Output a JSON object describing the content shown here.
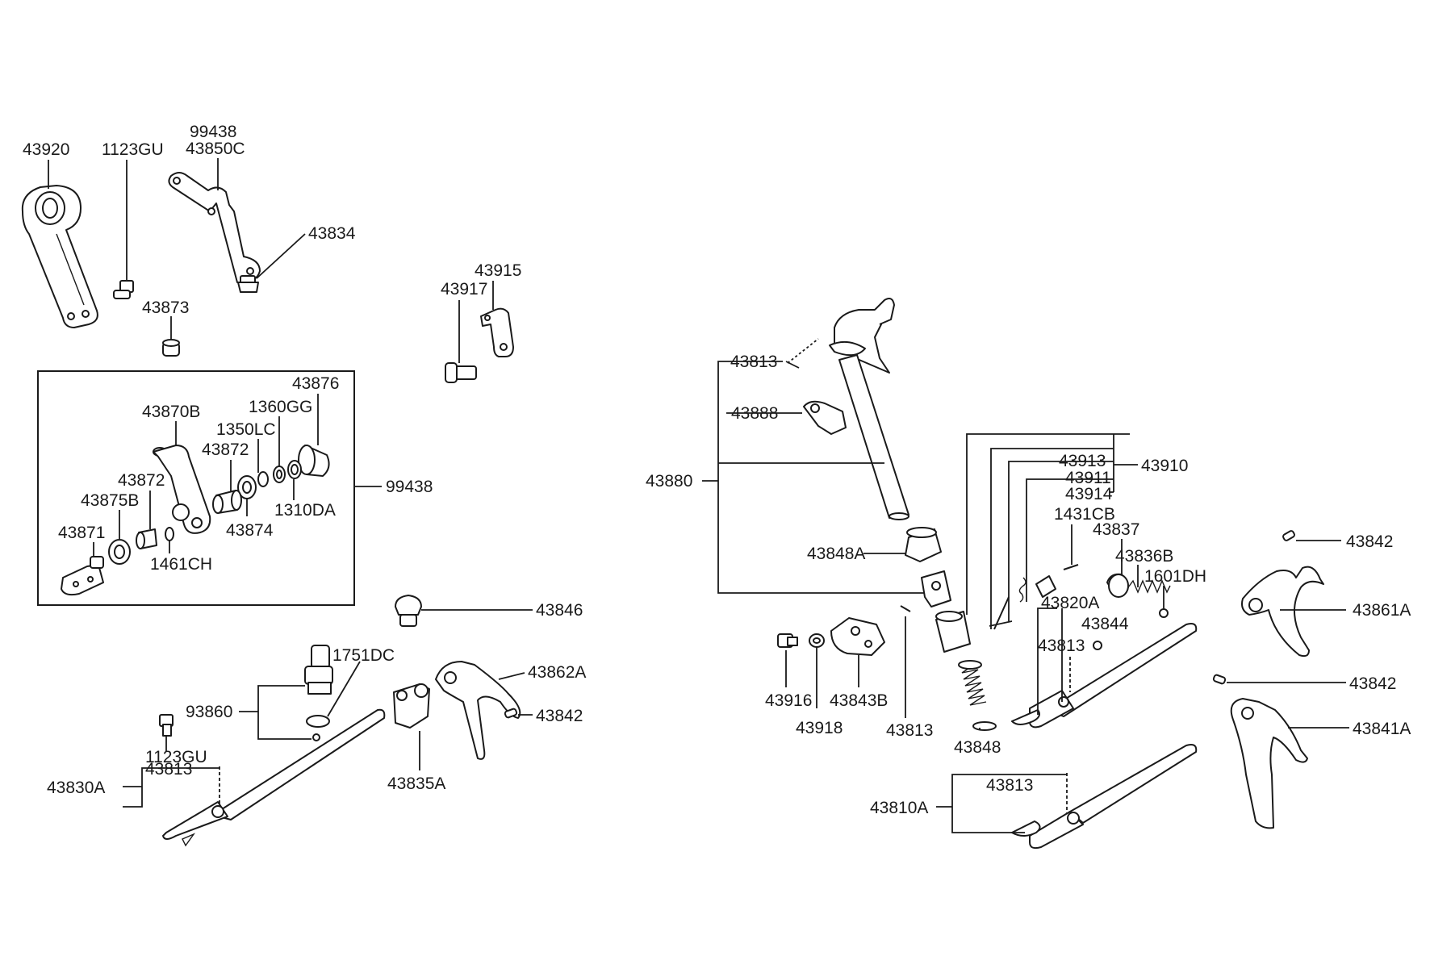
{
  "labels": {
    "l43920": "43920",
    "l1123GU_top": "1123GU",
    "l99438_top": "99438",
    "l43850C": "43850C",
    "l43834": "43834",
    "l43873": "43873",
    "l43915": "43915",
    "l43917": "43917",
    "l43876": "43876",
    "l1360GG": "1360GG",
    "l43870B": "43870B",
    "l1350LC": "1350LC",
    "l43872a": "43872",
    "l43872b": "43872",
    "l43875B": "43875B",
    "l43871": "43871",
    "l1310DA": "1310DA",
    "l43874": "43874",
    "l1461CH": "1461CH",
    "l99438_box": "99438",
    "l43846": "43846",
    "l1751DC": "1751DC",
    "l93860": "93860",
    "l43862A": "43862A",
    "l43842_left": "43842",
    "l1123GU_bot": "1123GU",
    "l43813_left": "43813",
    "l43830A": "43830A",
    "l43835A": "43835A",
    "l43813_r1": "43813",
    "l43888": "43888",
    "l43880": "43880",
    "l43848A": "43848A",
    "l43913": "43913",
    "l43910": "43910",
    "l43911": "43911",
    "l43914": "43914",
    "l1431CB": "1431CB",
    "l43837": "43837",
    "l43836B": "43836B",
    "l1601DH": "1601DH",
    "l43842_r1": "43842",
    "l43820A": "43820A",
    "l43844": "43844",
    "l43813_r2": "43813",
    "l43861A": "43861A",
    "l43842_r2": "43842",
    "l43916": "43916",
    "l43843B": "43843B",
    "l43918": "43918",
    "l43813_r3": "43813",
    "l43848": "43848",
    "l43841A": "43841A",
    "l43813_r4": "43813",
    "l43810A": "43810A"
  }
}
